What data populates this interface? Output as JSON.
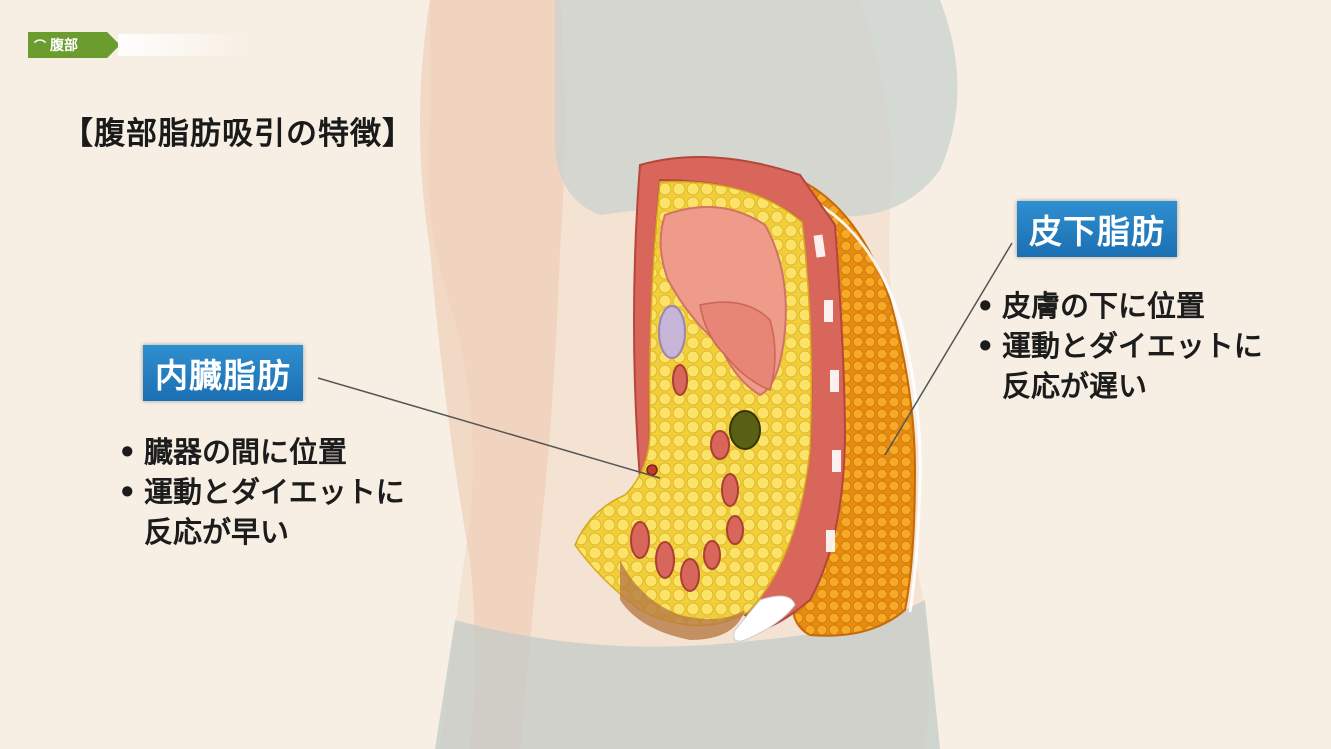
{
  "tag": {
    "icon": "abdomen-icon",
    "icon_glyph": "⌒",
    "label": "腹部"
  },
  "title": "【腹部脂肪吸引の特徴】",
  "visceral": {
    "label": "内臓脂肪",
    "bullets": [
      "臓器の間に位置",
      "運動とダイエットに\n反応が早い"
    ]
  },
  "subcutaneous": {
    "label": "皮下脂肪",
    "bullets": [
      "皮膚の下に位置",
      "運動とダイエットに\n反応が遅い"
    ]
  },
  "colors": {
    "background": "#f7efe4",
    "label_blue": "#1b6fb2",
    "tag_green": "#6b9c2e",
    "visceral_fat": "#f3d84a",
    "subcutaneous_fat": "#f2a21e",
    "muscle": "#d9665a"
  }
}
